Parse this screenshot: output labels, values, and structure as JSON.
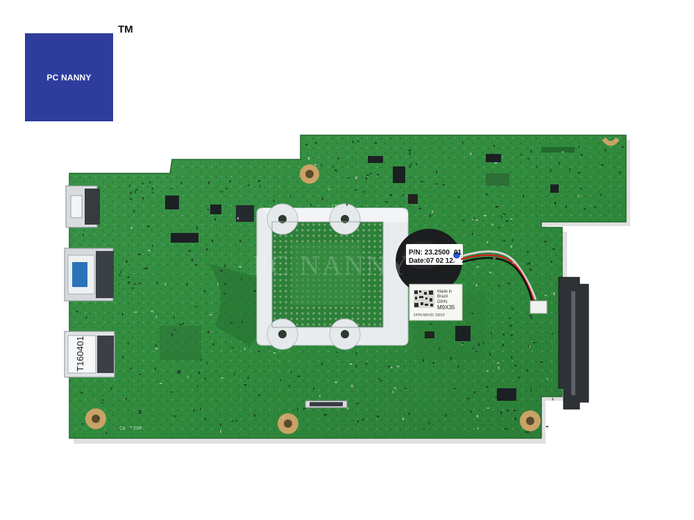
{
  "branding": {
    "logo_text": "PC NANNY",
    "trademark": "TM",
    "watermark": "PC NANNY",
    "logo_color": "#2e3d9c"
  },
  "board": {
    "color": "#2f8a3c",
    "pad_color": "#c9a266",
    "shim_color": "#e9ecef"
  },
  "battery_label": {
    "line1": "P/N: 23.2500",
    "line1_tail": "01",
    "line2": "Date:07 02 12."
  },
  "sticker": {
    "line1": "Made in",
    "line2": "Brazil",
    "line3": "DP/N",
    "line4": "M9X35",
    "line5": "DP/N M9X35 10819"
  },
  "sd_slot_label": "T160401",
  "silkscreen": [
    "CPU1",
    "C4",
    "TOP"
  ]
}
